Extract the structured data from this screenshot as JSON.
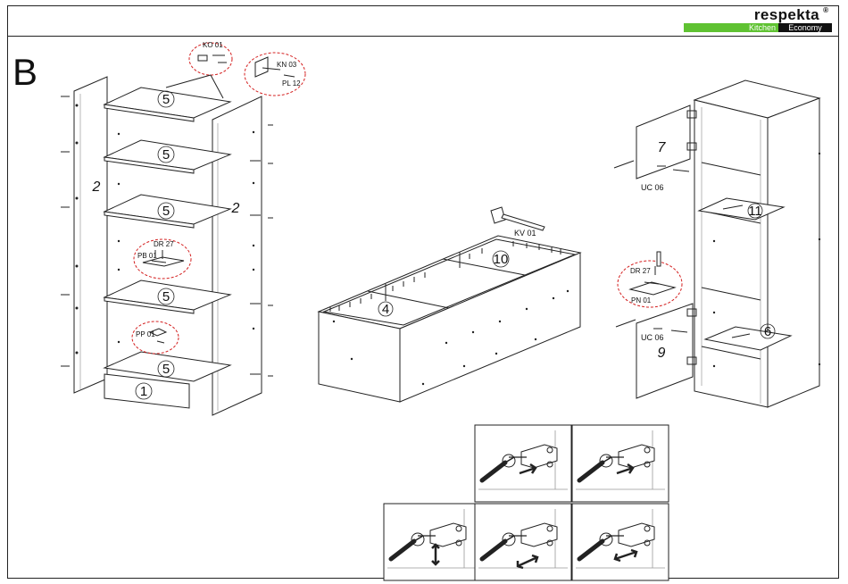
{
  "brand": {
    "name": "respekta",
    "reg": "®",
    "line": "Kitchen",
    "tier": "Economy",
    "green": "#5fc232",
    "black": "#111111"
  },
  "step": "B",
  "callout_color": "#d42020",
  "left_unit": {
    "labels": {
      "shelf": "5",
      "top_bottom": "1",
      "side_left": "2",
      "side_right": "2"
    },
    "parts": {
      "ko": "KO 01",
      "kn": "KN 03",
      "pl": "PL 12",
      "dr": "DR 27",
      "pb": "PB 01",
      "pp": "PP 01"
    }
  },
  "middle_unit": {
    "labels": {
      "front": "4",
      "back": "10"
    },
    "part": "KV 01"
  },
  "right_unit": {
    "labels": {
      "door_top": "7",
      "door_bottom": "9",
      "shelf_mid": "11",
      "shelf_low": "6"
    },
    "parts": {
      "uc_top": "UC 06",
      "uc_bottom": "UC 06",
      "dr": "DR 27",
      "pn": "PN 01"
    }
  },
  "hinge_panels": [
    {
      "name": "hinge-panel-1",
      "icon": "screwdriver-icon"
    },
    {
      "name": "hinge-panel-2",
      "icon": "screwdriver-icon"
    },
    {
      "name": "hinge-panel-3",
      "icon": "screwdriver-icon"
    },
    {
      "name": "hinge-panel-4",
      "icon": "screwdriver-icon"
    },
    {
      "name": "hinge-panel-5",
      "icon": "screwdriver-icon"
    }
  ]
}
